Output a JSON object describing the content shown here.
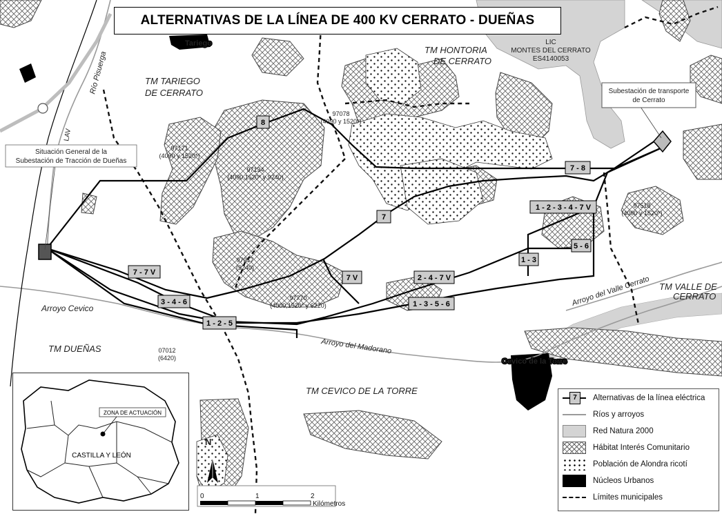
{
  "title": "ALTERNATIVAS DE LA LÍNEA DE 400 KV CERRATO - DUEÑAS",
  "municipal_labels": {
    "tariego": [
      "TM TARIEGO",
      "DE CERRATO"
    ],
    "hontoria": [
      "TM HONTORIA",
      "DE CERRATO"
    ],
    "duenas": "TM DUEÑAS",
    "cevico": "TM CEVICO DE LA TORRE",
    "valle": [
      "TM VALLE DE",
      "CERRATO"
    ]
  },
  "lic_label": [
    "LIC",
    "MONTES DEL CERRATO",
    "ES4140053"
  ],
  "town_labels": {
    "tariego": "Tariego",
    "cevico": "Cevico de la Torre"
  },
  "substations": {
    "cerrato": [
      "Subestación de transporte",
      "de Cerrato"
    ],
    "duenas": [
      "Situación General de la",
      "Subestación de Tracción de Dueñas"
    ]
  },
  "habitat_codes": [
    {
      "id": "97078",
      "detail": "(4090 y 1520*)"
    },
    {
      "id": "97171",
      "detail": "(4090 y 1520*)"
    },
    {
      "id": "97134",
      "detail": "(4090,1520* y 9240)"
    },
    {
      "id": "97518",
      "detail": "(4090 y 1520*)"
    },
    {
      "id": "97917",
      "detail": "(9240)"
    },
    {
      "id": "97770",
      "detail": "(4000,1520* y 6220)"
    },
    {
      "id": "07012",
      "detail": "(6420)"
    }
  ],
  "rivers": {
    "pisuerga": "Río Pisuerga",
    "cevico": "Arroyo Cevico",
    "madorano": "Arroyo del Madorano",
    "valle": "Arroyo del Valle Cerrato",
    "lav": "LAV"
  },
  "alternative_labels": [
    "8",
    "7 - 8",
    "7",
    "1 - 2 - 3 - 4 - 7 V",
    "5 - 6",
    "1 - 3",
    "7 - 7 V",
    "7 V",
    "2 - 4 - 7 V",
    "3 - 4 - 6",
    "1 - 3 - 5 - 6",
    "1 - 2 - 5"
  ],
  "inset": {
    "zone_label": "ZONA DE ACTUACIÓN",
    "region_label": "CASTILLA Y LEÓN"
  },
  "north_label": "N",
  "scale": {
    "ticks": [
      "0",
      "1",
      "2"
    ],
    "unit": "Kilómetros"
  },
  "legend": [
    {
      "key": "lines",
      "label": "Alternativas de la línea eléctrica",
      "symbol_text": "7"
    },
    {
      "key": "rivers",
      "label": "Ríos y arroyos"
    },
    {
      "key": "natura",
      "label": "Red Natura 2000"
    },
    {
      "key": "habitat",
      "label": "Hábitat Interés Comunitario"
    },
    {
      "key": "alondra",
      "label": "Población de Alondra ricotí"
    },
    {
      "key": "urban",
      "label": "Núcleos Urbanos"
    },
    {
      "key": "limits",
      "label": "Límites municipales"
    }
  ],
  "colors": {
    "natura": "#d4d4d4",
    "habitat_line": "#555555",
    "urban": "#000000",
    "river": "#9a9a9a",
    "road": "#bdbdbd"
  }
}
